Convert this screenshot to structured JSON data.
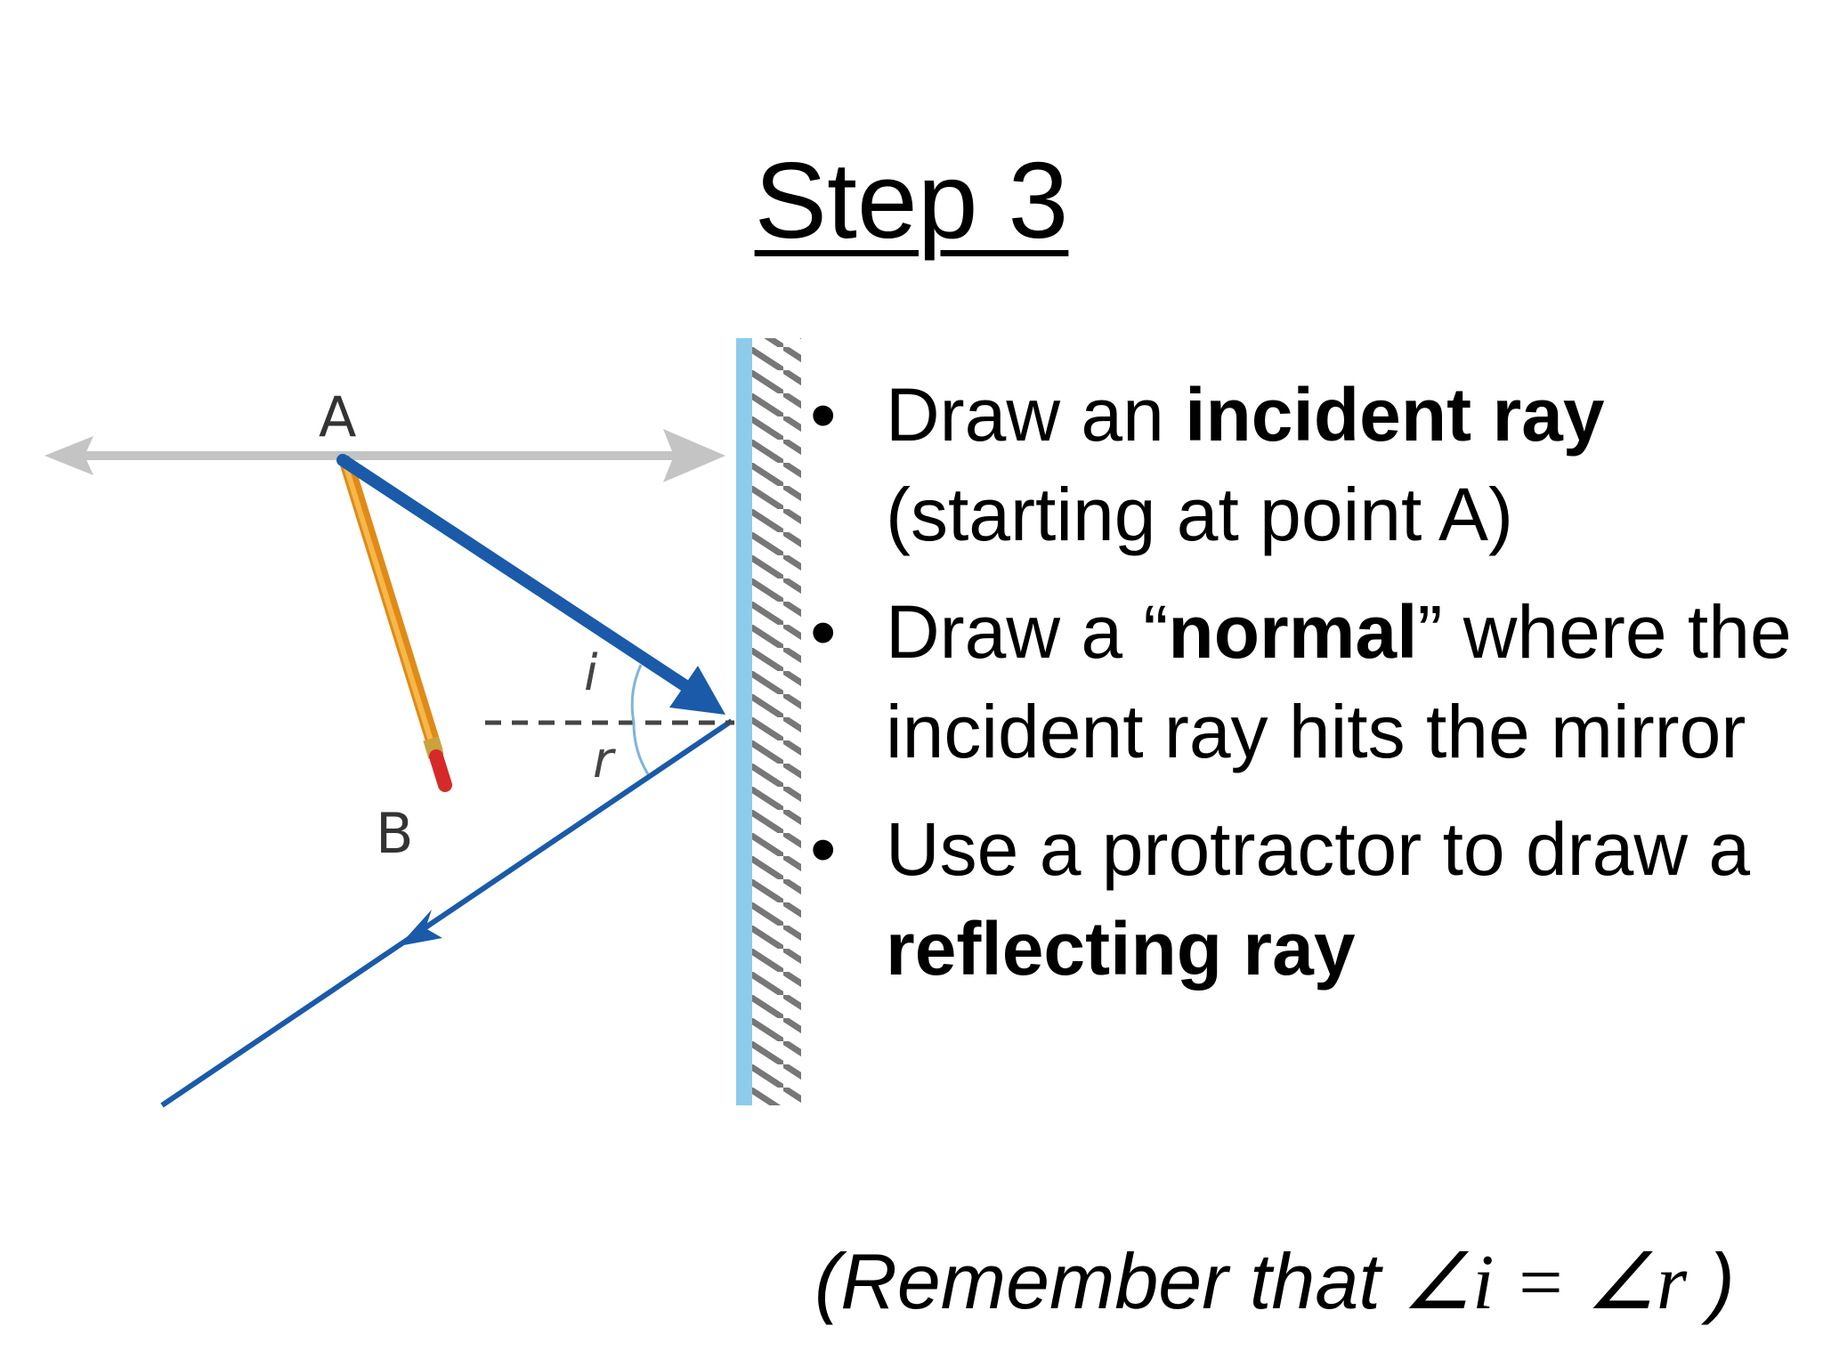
{
  "slide": {
    "title": "Step 3"
  },
  "diagram": {
    "point_a_label": "A",
    "point_b_label": "B",
    "angle_i_label": "i",
    "angle_r_label": "r",
    "colors": {
      "ray": "#1a5aa8",
      "guide_line": "#c4c4c4",
      "mirror_glass": "#8ecbeb",
      "mirror_hatch": "#777777",
      "pencil_body": "#f2a12b",
      "pencil_eraser": "#d62a2a"
    }
  },
  "bullets": [
    {
      "bullet": "•",
      "parts": [
        {
          "text": "Draw an ",
          "bold": false
        },
        {
          "text": "incident ray",
          "bold": true
        },
        {
          "text": " (starting at point A)",
          "bold": false
        }
      ]
    },
    {
      "bullet": "•",
      "parts": [
        {
          "text": "Draw a “",
          "bold": false
        },
        {
          "text": "normal",
          "bold": true
        },
        {
          "text": "” where the incident ray hits the mirror",
          "bold": false
        }
      ]
    },
    {
      "bullet": "•",
      "parts": [
        {
          "text": "Use a protractor to draw a ",
          "bold": false
        },
        {
          "text": "reflecting ray",
          "bold": true
        }
      ]
    }
  ],
  "remember": {
    "open": "(Remember that ",
    "formula": "∠i = ∠r",
    "close": " )"
  }
}
